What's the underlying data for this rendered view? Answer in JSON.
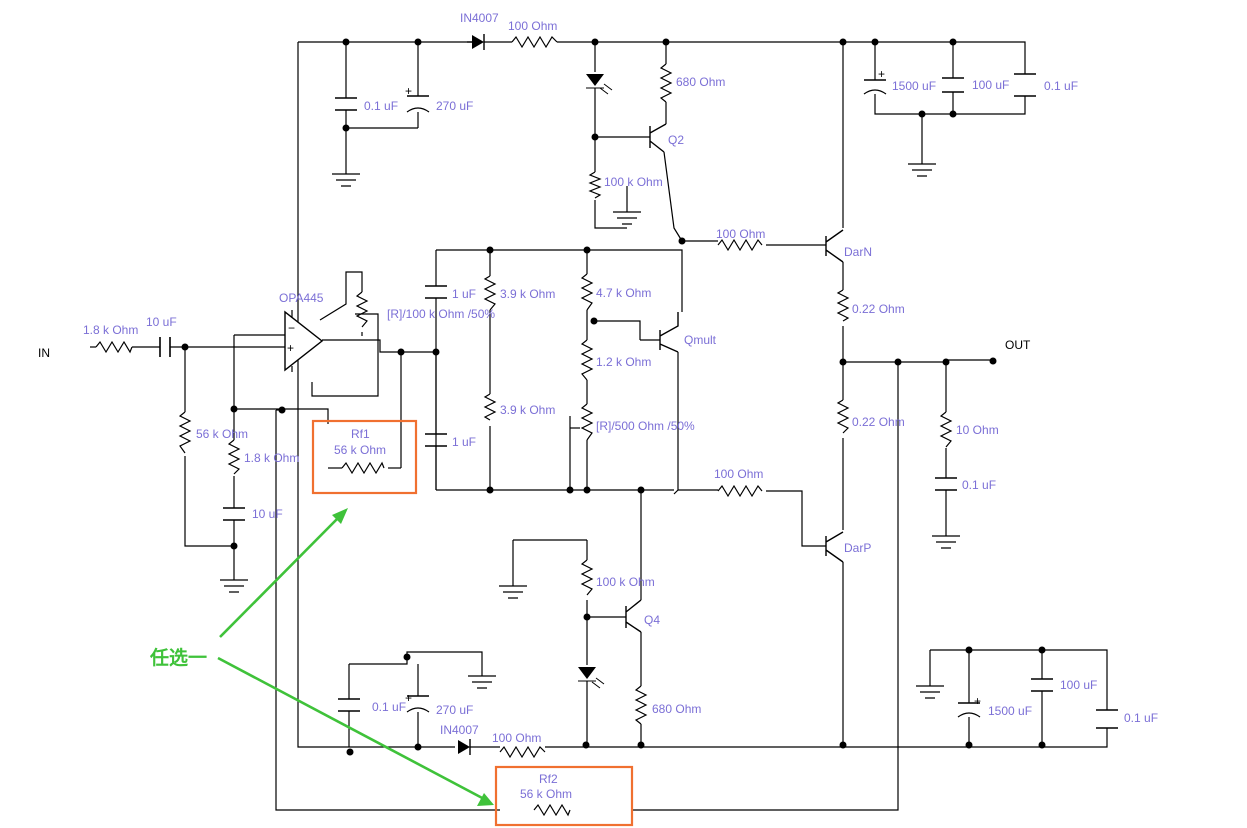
{
  "labels": {
    "in": "IN",
    "out": "OUT",
    "opamp": "OPA445",
    "diode_top": "IN4007",
    "diode_bot": "IN4007",
    "q2": "Q2",
    "q4": "Q4",
    "qmult": "Qmult",
    "darn": "DarN",
    "darp": "DarP",
    "r_in": "1.8 k Ohm",
    "c_in": "10 uF",
    "r_56k": "56 k Ohm",
    "r_18k": "1.8 k Ohm",
    "c_10u": "10 uF",
    "pot_fb": "[R]/100 k Ohm /50%",
    "c_01_top": "0.1 uF",
    "c_270_top": "270 uF",
    "r_100_top": "100  Ohm",
    "r_680_top": "680  Ohm",
    "r_100k_top": "100 k Ohm",
    "c_1500_top": "1500 uF",
    "c_100_top": "100 uF",
    "c_01_topr": "0.1 uF",
    "c_1u_top": "1 uF",
    "c_1u_bot": "1 uF",
    "r_39k_top": "3.9 k Ohm",
    "r_39k_bot": "3.9 k Ohm",
    "r_47k": "4.7 k Ohm",
    "r_12k": "1.2 k Ohm",
    "pot_500": "[R]/500  Ohm /50%",
    "r_100_darn": "100  Ohm",
    "r_100_darp": "100  Ohm",
    "r_022_top": "0.22  Ohm",
    "r_022_bot": "0.22  Ohm",
    "r_10": "10  Ohm",
    "c_01_out": "0.1 uF",
    "r_100k_bot": "100 k Ohm",
    "r_680_bot": "680  Ohm",
    "c_01_bot": "0.1 uF",
    "c_270_bot": "270 uF",
    "r_100_bot": "100  Ohm",
    "c_1500_bot": "1500 uF",
    "c_100_bot": "100 uF",
    "c_01_botr": "0.1 uF",
    "rf1_name": "Rf1",
    "rf1_val": "56 k Ohm",
    "rf2_name": "Rf2",
    "rf2_val": "56 k Ohm",
    "note": "任选一"
  },
  "colors": {
    "wire": "#000000",
    "label": "#7b6fd6",
    "highlight_box": "#f07030",
    "annotation": "#3fc23a"
  }
}
